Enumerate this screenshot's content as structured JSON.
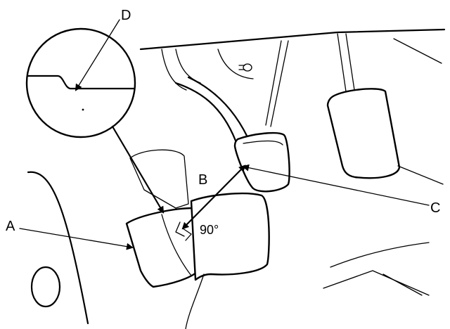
{
  "labels": {
    "A": "A",
    "B": "B",
    "C": "C",
    "D": "D",
    "angle": "90°"
  }
}
